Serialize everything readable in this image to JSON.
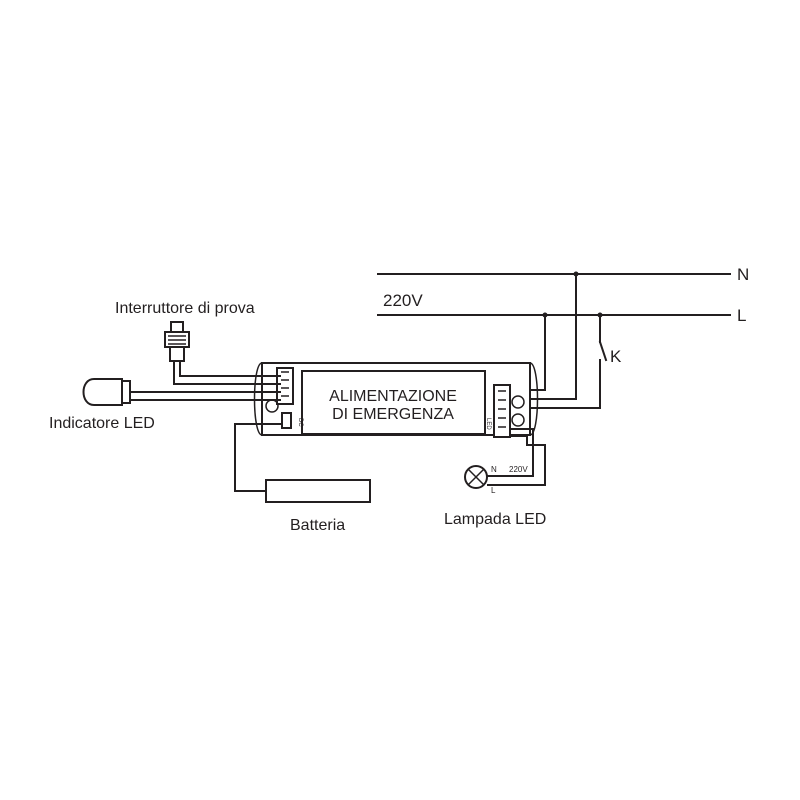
{
  "labels": {
    "neutral": "N",
    "line": "L",
    "voltage": "220V",
    "switch": "K",
    "test_switch": "Interruttore di prova",
    "indicator": "Indicatore LED",
    "battery": "Batteria",
    "lamp": "Lampada LED",
    "module_line1": "ALIMENTAZIONE",
    "module_line2": "DI EMERGENZA",
    "dc_port": "DC",
    "led_port": "LED",
    "lamp_n": "N",
    "lamp_l": "L",
    "lamp_voltage": "220V"
  },
  "colors": {
    "ink": "#231f20",
    "background": "#ffffff"
  }
}
